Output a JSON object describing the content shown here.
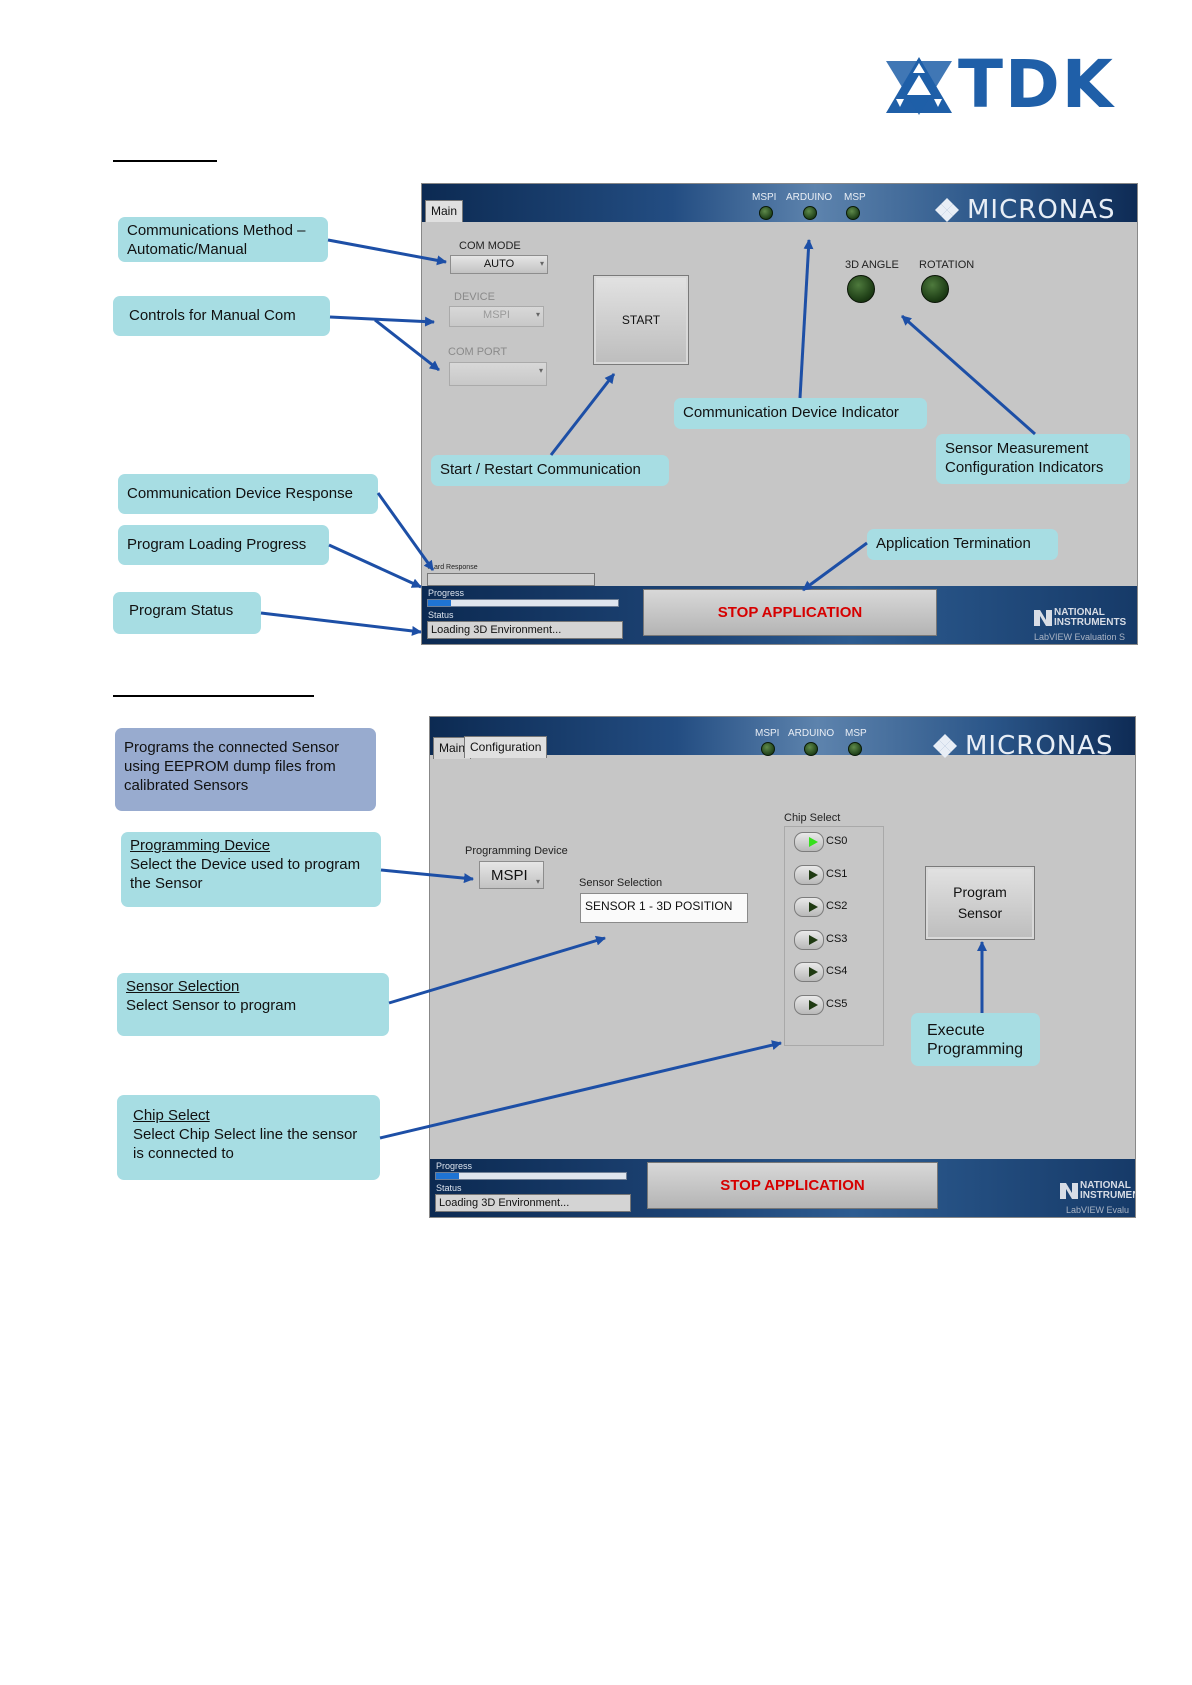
{
  "logo": {
    "text": "TDK",
    "icon": "tdk-star-icon"
  },
  "main_screen": {
    "tab": "Main",
    "leds": [
      "MSPI",
      "ARDUINO",
      "MSP"
    ],
    "brand": "MICRONAS",
    "com_mode": {
      "label": "COM MODE",
      "value": "AUTO"
    },
    "device": {
      "label": "DEVICE",
      "value": "MSPI"
    },
    "com_port": {
      "label": "COM PORT",
      "value": ""
    },
    "start_label": "START",
    "indicators": [
      "3D ANGLE",
      "ROTATION"
    ],
    "board_response": {
      "label": "…ard Response",
      "value": ""
    },
    "progress": {
      "label": "Progress",
      "fraction": 0.12
    },
    "status": {
      "label": "Status",
      "value": "Loading 3D Environment..."
    },
    "stop_label": "STOP APPLICATION",
    "ni": {
      "line1": "NATIONAL",
      "line2": "INSTRUMENTS",
      "line3": "LabVIEW Evaluation S"
    }
  },
  "main_callouts": {
    "com_method": [
      "Communications Method –",
      "Automatic/Manual"
    ],
    "manual_com": "Controls for Manual Com",
    "comm_device_indicator": "Communication Device Indicator",
    "sensor_meas": [
      "Sensor Measurement",
      "Configuration Indicators"
    ],
    "start_restart": "Start / Restart Communication",
    "comm_device_response": "Communication Device Response",
    "program_loading": "Program Loading Progress",
    "app_termination": "Application Termination",
    "program_status": "Program Status"
  },
  "config_screen": {
    "tabs": [
      "Main",
      "Configuration"
    ],
    "leds": [
      "MSPI",
      "ARDUINO",
      "MSP"
    ],
    "brand": "MICRONAS",
    "programming_device": {
      "label": "Programming Device",
      "value": "MSPI"
    },
    "sensor_selection": {
      "label": "Sensor Selection",
      "value": "SENSOR 1 - 3D POSITION"
    },
    "chip_select": {
      "label": "Chip Select",
      "items": [
        "CS0",
        "CS1",
        "CS2",
        "CS3",
        "CS4",
        "CS5"
      ],
      "active": 0
    },
    "program_button": [
      "Program",
      "Sensor"
    ],
    "progress": {
      "label": "Progress",
      "fraction": 0.12
    },
    "status": {
      "label": "Status",
      "value": "Loading 3D Environment..."
    },
    "stop_label": "STOP APPLICATION",
    "ni": {
      "line1": "NATIONAL",
      "line2": "INSTRUMEN",
      "line3": "LabVIEW Evalu"
    }
  },
  "config_callouts": {
    "programs": [
      "Programs the connected Sensor",
      "using EEPROM dump files from",
      "calibrated Sensors"
    ],
    "prog_device": {
      "title": "Programming Device",
      "lines": [
        "Select the Device used to program",
        "the Sensor"
      ]
    },
    "sensor_sel": {
      "title": "Sensor Selection",
      "lines": [
        "Select Sensor to program"
      ]
    },
    "execute": [
      "Execute",
      "Programming"
    ],
    "chip_sel": {
      "title": "Chip Select",
      "lines": [
        "Select Chip Select line the sensor",
        "is connected to"
      ]
    }
  },
  "colors": {
    "callout": "#a7dde3",
    "callout_alt": "#98abcf",
    "arrow": "#1d4fa6",
    "stop_text": "#d60000",
    "logo": "#1f5fa8"
  }
}
